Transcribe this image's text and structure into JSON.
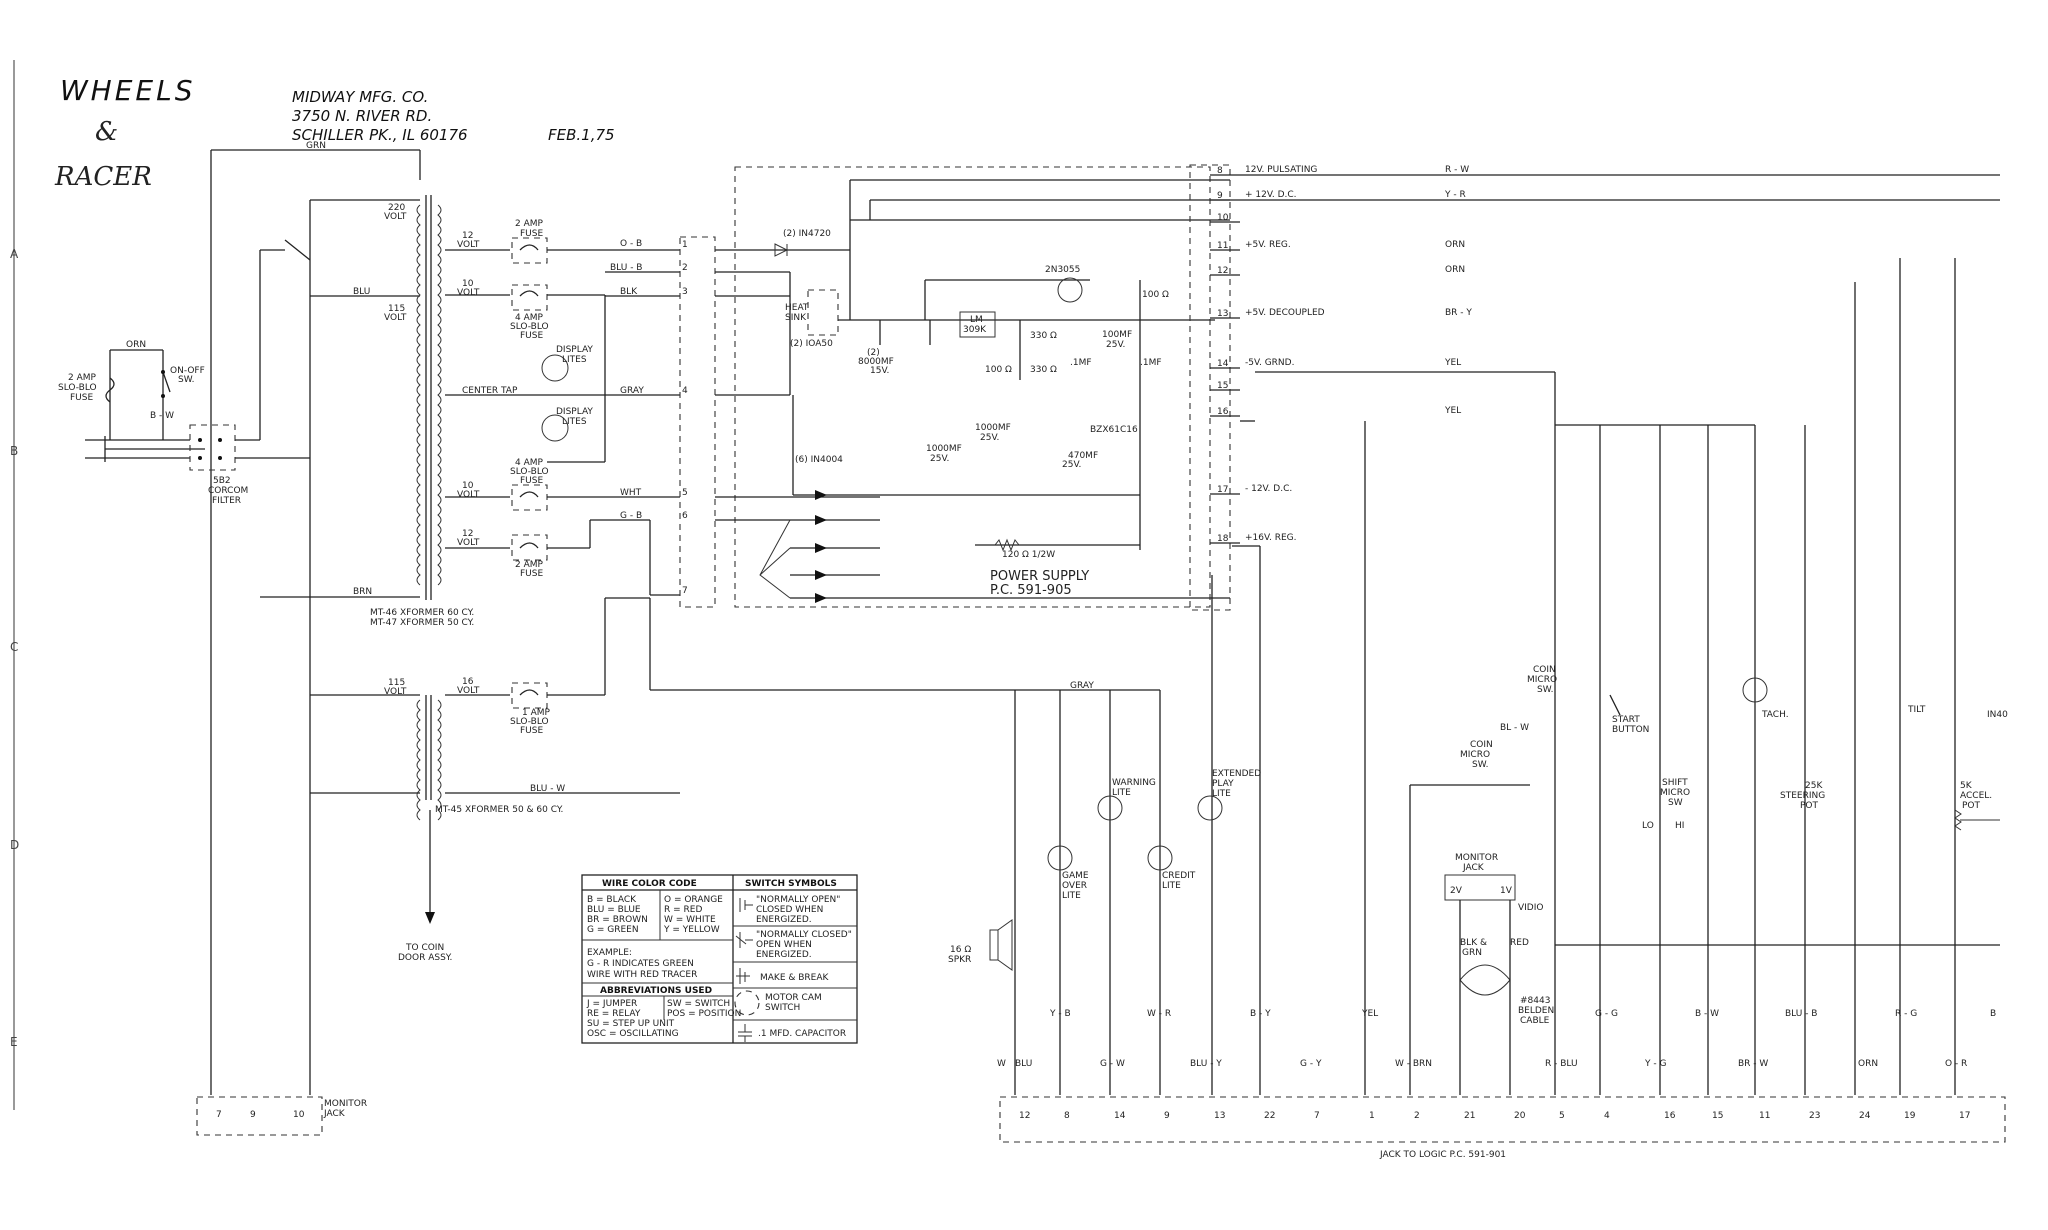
{
  "header": {
    "title_line1": "WHEELS",
    "title_line2": "&",
    "title_line3": "RACER",
    "company": "MIDWAY MFG. CO.",
    "address": "3750 N. RIVER RD.",
    "city": "SCHILLER PK., IL 60176",
    "date": "FEB.1,75"
  },
  "margin_markers": [
    "A",
    "B",
    "C",
    "D",
    "E"
  ],
  "left_section": {
    "grn": "GRN",
    "orn": "ORN",
    "fuse_2amp": "2 AMP",
    "slo_blo": "SLO-BLO",
    "fuse": "FUSE",
    "on_off": "ON-OFF",
    "sw": "SW.",
    "bw": "B - W",
    "filter1": "5B2",
    "filter2": "CORCOM",
    "filter3": "FILTER",
    "blu": "BLU",
    "brn": "BRN",
    "v220": "220",
    "volt": "VOLT",
    "v115": "115",
    "monitor_jack": "MONITOR",
    "monitor_jack2": "JACK",
    "jack_pins": [
      "7",
      "9",
      "10"
    ],
    "to_coin": "TO COIN",
    "door_assy": "DOOR ASSY."
  },
  "transformer": {
    "xf1_line1": "MT-46 XFORMER 60 CY.",
    "xf1_line2": "MT-47 XFORMER 50 CY.",
    "xf2": "MT-45 XFORMER 50 & 60 CY.",
    "center_tap": "CENTER TAP",
    "v12": "12",
    "v10": "10",
    "v16": "16",
    "amp2": "2 AMP",
    "amp4": "4 AMP",
    "amp1": "1 AMP",
    "display": "DISPLAY",
    "lites": "LITES",
    "blu_w": "BLU - W"
  },
  "wires_mid": {
    "o_b": "O - B",
    "blu_b": "BLU - B",
    "blk": "BLK",
    "gray": "GRAY",
    "wht": "WHT",
    "g_b": "G - B",
    "pins": [
      "1",
      "2",
      "3",
      "4",
      "5",
      "6",
      "7"
    ]
  },
  "power_supply": {
    "in4720": "(2) IN4720",
    "heat": "HEAT",
    "sink": "SINK",
    "ia50": "(2) IOA50",
    "lm": "LM",
    "lm2": "309K",
    "q": "2N3055",
    "c_8000": "(2)",
    "c_8000b": "8000MF",
    "c_8000c": "15V.",
    "r100a": "100 Ω",
    "r100b": "100 Ω",
    "r330a": "330 Ω",
    "r330b": "330 Ω",
    "c_1mf_a": ".1MF",
    "c_1mf_b": ".1MF",
    "c_100mf": "100MF",
    "c_100mf_v": "25V.",
    "bzx": "BZX61C16",
    "in4004": "(6) IN4004",
    "c_1000a": "1000MF",
    "c_1000a_v": "25V.",
    "c_1000b": "1000MF",
    "c_1000b_v": "25V.",
    "c_470": "470MF",
    "c_470_v": "25V.",
    "r120": "120 Ω  1/2W",
    "ps_title": "POWER SUPPLY",
    "ps_pc": "P.C. 591-905"
  },
  "outputs": [
    {
      "pin": "8",
      "label": "12V. PULSATING",
      "wire": "R - W"
    },
    {
      "pin": "9",
      "label": "+ 12V. D.C.",
      "wire": "Y - R"
    },
    {
      "pin": "10",
      "label": "",
      "wire": ""
    },
    {
      "pin": "11",
      "label": "+5V. REG.",
      "wire": "ORN"
    },
    {
      "pin": "12",
      "label": "",
      "wire": "ORN"
    },
    {
      "pin": "13",
      "label": "+5V. DECOUPLED",
      "wire": "BR - Y"
    },
    {
      "pin": "14",
      "label": "-5V. GRND.",
      "wire": "YEL"
    },
    {
      "pin": "15",
      "label": "",
      "wire": ""
    },
    {
      "pin": "16",
      "label": "",
      "wire": "YEL"
    },
    {
      "pin": "17",
      "label": "- 12V. D.C.",
      "wire": ""
    },
    {
      "pin": "18",
      "label": "+16V. REG.",
      "wire": ""
    }
  ],
  "right_devices": {
    "coin_micro": "COIN",
    "coin_micro2": "MICRO",
    "coin_micro3": "SW.",
    "bl_w": "BL - W",
    "start": "START",
    "button": "BUTTON",
    "tach": "TACH.",
    "tilt": "TILT",
    "in40": "IN40",
    "shift": "SHIFT",
    "micro": "MICRO",
    "sw": "SW",
    "lo": "LO",
    "hi": "HI",
    "steer1": "25K",
    "steer2": "STEERING",
    "steer3": "POT",
    "accel1": "5K",
    "accel2": "ACCEL.",
    "accel3": "POT",
    "warning": "WARNING",
    "lite": "LITE",
    "extended": "EXTENDED",
    "play": "PLAY",
    "game": "GAME",
    "over": "OVER",
    "credit": "CREDIT",
    "monitor": "MONITOR",
    "jack": "JACK",
    "v2": "2V",
    "v1": "1V",
    "video": "VIDIO",
    "blk_grn": "BLK &",
    "blk_grn2": "GRN",
    "red": "RED",
    "belden1": "#8443",
    "belden2": "BELDEN",
    "belden3": "CABLE",
    "spkr1": "16 Ω",
    "spkr2": "SPKR",
    "gray": "GRAY"
  },
  "bottom_wires": [
    "W",
    "BLU",
    "Y - B",
    "G - W",
    "W - R",
    "BLU - Y",
    "B - Y",
    "G - Y",
    "YEL",
    "W - BRN",
    "R - BLU",
    "G - G",
    "Y - G",
    "B - W",
    "BR - W",
    "BLU - B",
    "ORN",
    "R - G",
    "O - R",
    "B"
  ],
  "logic_jack_pins": [
    "12",
    "8",
    "14",
    "9",
    "13",
    "22",
    "7",
    "1",
    "2",
    "21",
    "20",
    "5",
    "4",
    "16",
    "15",
    "11",
    "23",
    "24",
    "19",
    "17"
  ],
  "logic_jack_label": "JACK TO LOGIC P.C. 591-901",
  "wire_code": {
    "title": "WIRE COLOR CODE",
    "col1": [
      "B = BLACK",
      "BLU = BLUE",
      "BR = BROWN",
      "G = GREEN"
    ],
    "col2": [
      "O = ORANGE",
      "R = RED",
      "W = WHITE",
      "Y = YELLOW"
    ],
    "example_title": "EXAMPLE:",
    "example1": "G - R  INDICATES GREEN",
    "example2": "WIRE WITH RED TRACER",
    "abbr_title": "ABBREVIATIONS USED",
    "abbr_col1": [
      "J = JUMPER",
      "RE = RELAY",
      "SU = STEP UP UNIT",
      "OSC = OSCILLATING"
    ],
    "abbr_col2": [
      "SW = SWITCH",
      "POS = POSITION"
    ]
  },
  "switch_symbols": {
    "title": "SWITCH SYMBOLS",
    "no1": "\"NORMALLY OPEN\"",
    "no2": "CLOSED WHEN",
    "no3": "ENERGIZED.",
    "nc1": "\"NORMALLY CLOSED\"",
    "nc2": "OPEN WHEN",
    "nc3": "ENERGIZED.",
    "mb": "MAKE & BREAK",
    "mc1": "MOTOR CAM",
    "mc2": "SWITCH",
    "cap": ".1 MFD. CAPACITOR"
  }
}
